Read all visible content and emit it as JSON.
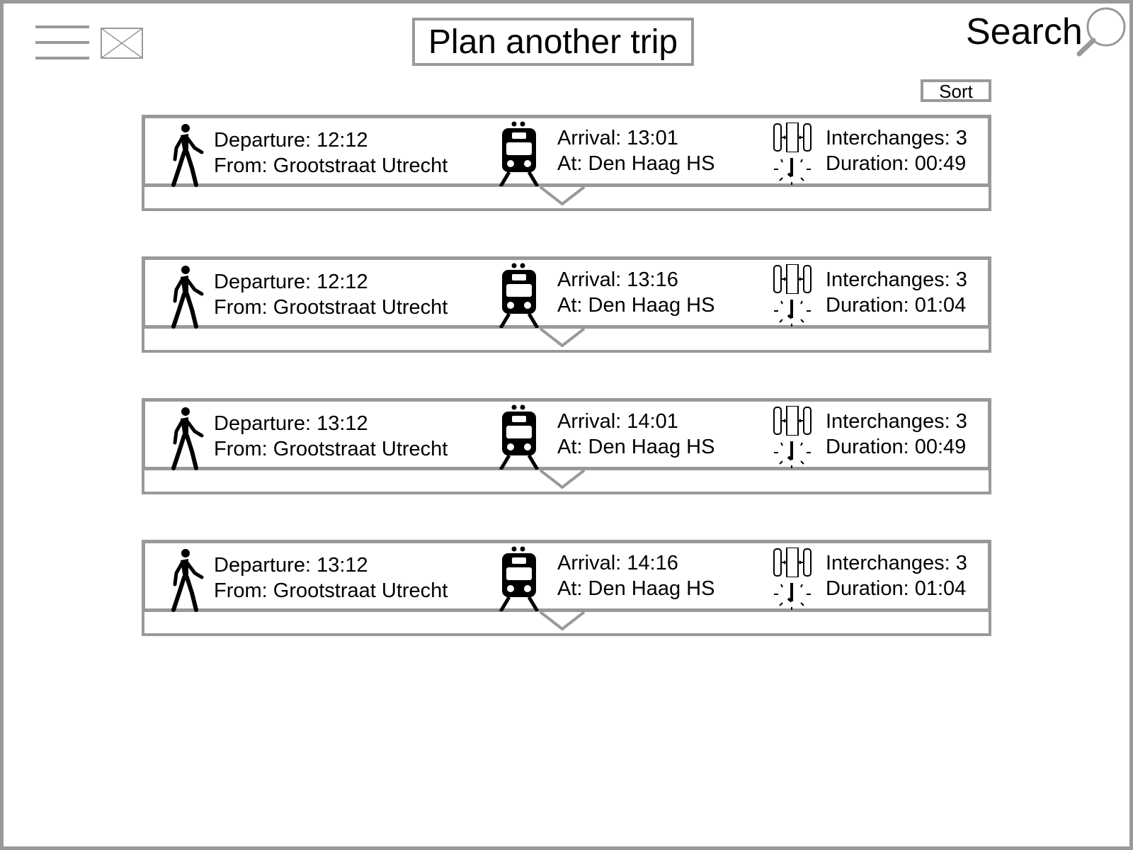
{
  "header": {
    "title_button": "Plan another trip",
    "search_label": "Search",
    "sort_label": "Sort"
  },
  "trips": [
    {
      "departure": "Departure: 12:12",
      "from": "From: Grootstraat Utrecht",
      "arrival": "Arrival: 13:01",
      "at": "At: Den Haag HS",
      "interchanges": "Interchanges: 3",
      "duration": "Duration: 00:49"
    },
    {
      "departure": "Departure: 12:12",
      "from": "From: Grootstraat Utrecht",
      "arrival": "Arrival: 13:16",
      "at": "At: Den Haag HS",
      "interchanges": "Interchanges: 3",
      "duration": "Duration: 01:04"
    },
    {
      "departure": "Departure: 13:12",
      "from": "From: Grootstraat Utrecht",
      "arrival": "Arrival: 14:01",
      "at": "At: Den Haag HS",
      "interchanges": "Interchanges: 3",
      "duration": "Duration: 00:49"
    },
    {
      "departure": "Departure: 13:12",
      "from": "From: Grootstraat Utrecht",
      "arrival": "Arrival: 14:16",
      "at": "At: Den Haag HS",
      "interchanges": "Interchanges: 3",
      "duration": "Duration: 01:04"
    }
  ],
  "icons": {
    "menu": "hamburger-icon",
    "image": "image-placeholder-icon",
    "search": "search-icon",
    "walk": "walking-person-icon",
    "train": "train-icon",
    "interchange": "interchange-icon",
    "clock": "clock-icon",
    "expand": "chevron-down-icon"
  },
  "colors": {
    "border": "#999999",
    "icon": "#000000",
    "background": "#ffffff"
  }
}
